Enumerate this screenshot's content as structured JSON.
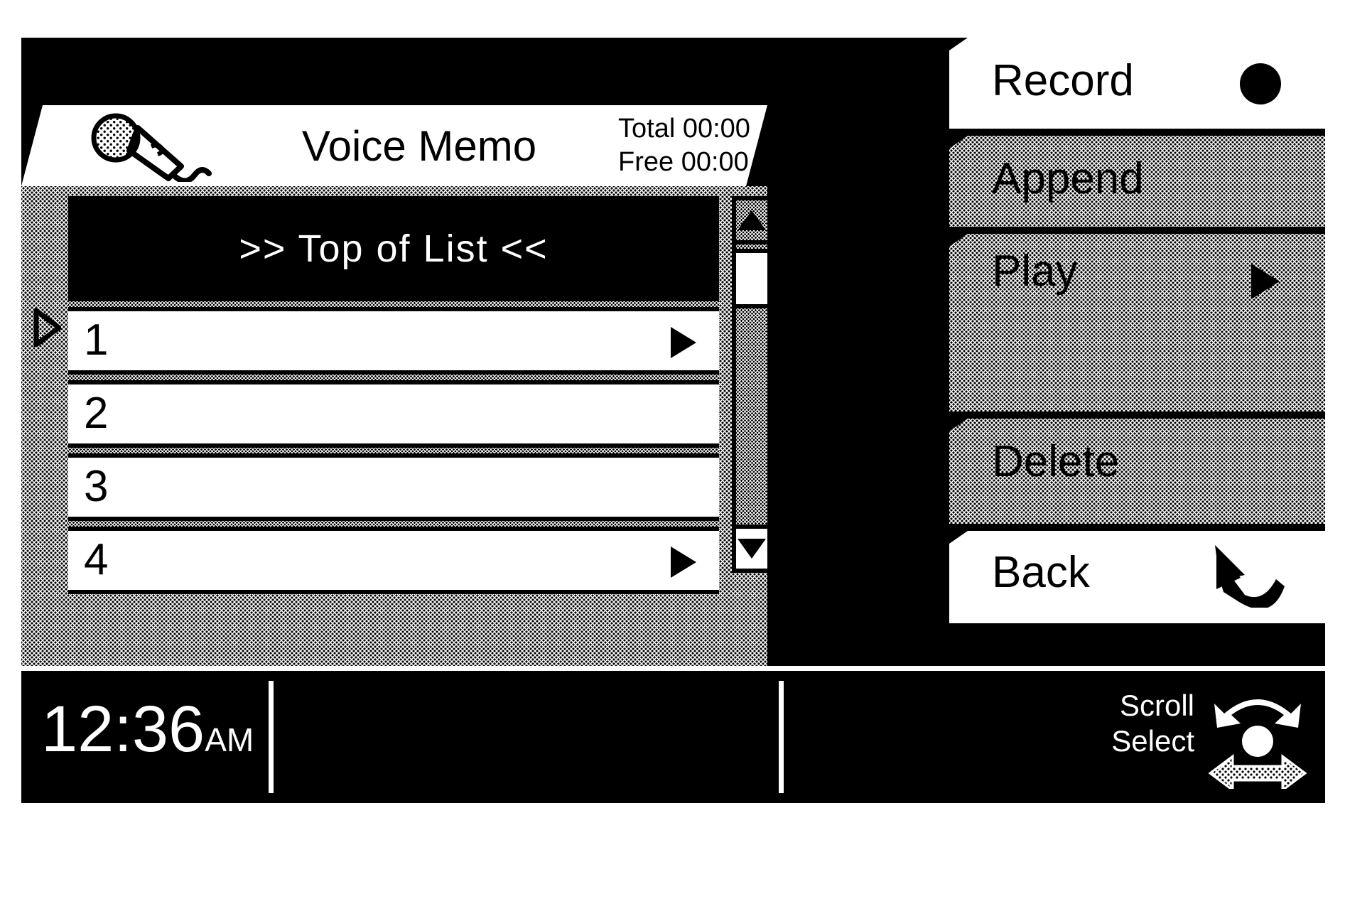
{
  "app": {
    "title": "Voice Memo",
    "icon": "microphone-icon"
  },
  "memory": {
    "total_label": "Total 00:00",
    "free_label": "Free 00:00"
  },
  "list": {
    "header": ">> Top of List <<",
    "rows": [
      {
        "label": "1",
        "has_play_arrow": true
      },
      {
        "label": "2",
        "has_play_arrow": false
      },
      {
        "label": "3",
        "has_play_arrow": false
      },
      {
        "label": "4",
        "has_play_arrow": true
      }
    ],
    "cursor_row_index": 0
  },
  "scrollbar": {
    "up_icon": "triangle-up-icon",
    "down_icon": "triangle-down-icon"
  },
  "softkeys": [
    {
      "label": "Record",
      "icon": "record-dot-icon",
      "highlighted": true
    },
    {
      "label": "Append",
      "icon": "",
      "highlighted": false
    },
    {
      "label": "Play",
      "icon": "play-triangle-icon",
      "highlighted": false
    },
    {
      "label": "Delete",
      "icon": "",
      "highlighted": false
    },
    {
      "label": "Back",
      "icon": "back-arrow-icon",
      "highlighted": true
    }
  ],
  "statusbar": {
    "time": "12:36",
    "ampm": "AM",
    "knob_line1": "Scroll",
    "knob_line2": "Select",
    "knob_icon": "rotary-knob-icon"
  },
  "colors": {
    "background": "#000000",
    "foreground": "#ffffff",
    "accent": "#000000"
  }
}
